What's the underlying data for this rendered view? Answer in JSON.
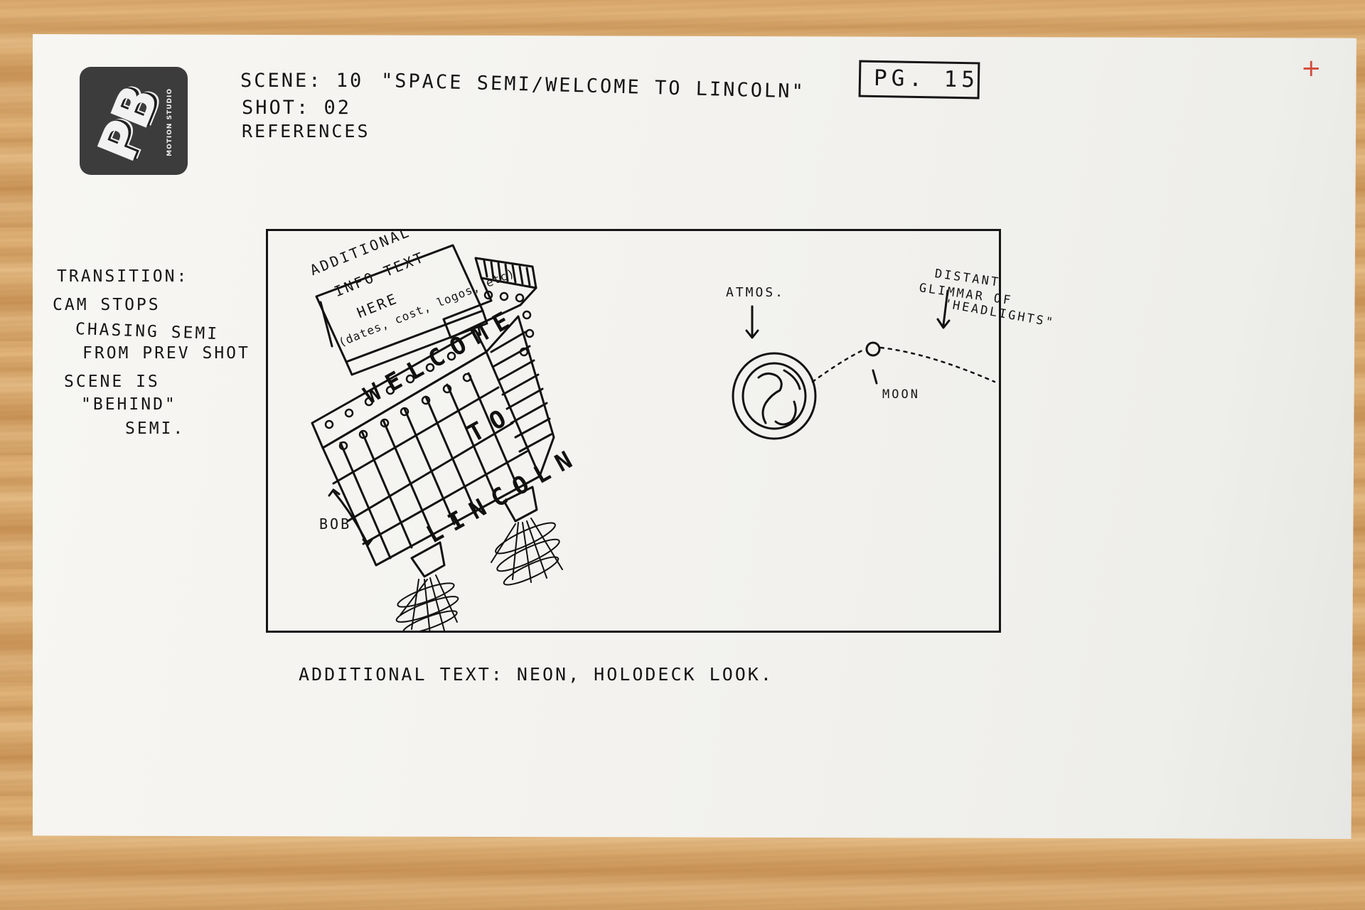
{
  "header": {
    "scene": "SCENE: 10",
    "scene_title": "\"SPACE SEMI/WELCOME TO LINCOLN\"",
    "shot": "SHOT: 02",
    "references": "REFERENCES",
    "page": "PG. 15"
  },
  "logo": {
    "letters": "PB",
    "subtitle": "MOTION STUDIO"
  },
  "notes": {
    "transition_lines": [
      "TRANSITION:",
      "CAM STOPS",
      "CHASING SEMI",
      "FROM PREV SHOT",
      "SCENE IS",
      "\"BEHIND\"",
      "SEMI."
    ]
  },
  "sketch": {
    "callout_lines": [
      "ADDITIONAL",
      "INFO TEXT",
      "HERE",
      "(dates, cost, logos, etc)"
    ],
    "sign_words": [
      "WELCOME",
      "TO",
      "LINCOLN"
    ],
    "bob_label": "BOB",
    "atmos_label": "ATMOS.",
    "distant_lines": [
      "DISTANT",
      "GLIMMAR OF",
      "\"HEADLIGHTS\""
    ],
    "moon_label": "MOON"
  },
  "footer": {
    "additional_text": "ADDITIONAL TEXT: NEON, HOLODECK LOOK."
  },
  "mark": "+"
}
